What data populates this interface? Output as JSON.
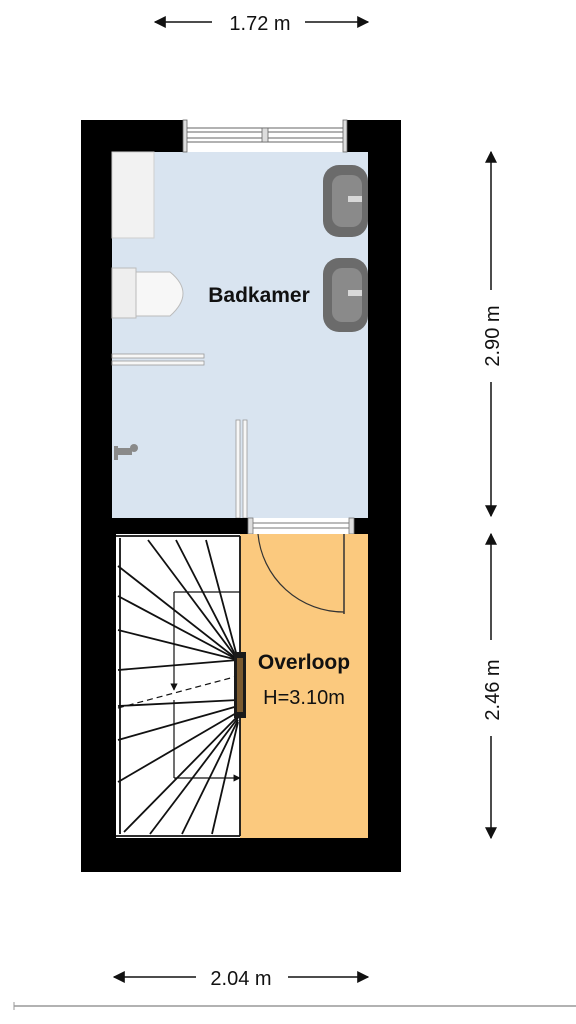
{
  "plan": {
    "dimensions": {
      "top_width": "1.72 m",
      "bottom_width": "2.04 m",
      "right_upper_height": "2.90 m",
      "right_lower_height": "2.46 m"
    },
    "rooms": {
      "bathroom": {
        "label": "Badkamer",
        "fill": "#d9e4f0"
      },
      "landing": {
        "label": "Overloop",
        "height_note": "H=3.10m",
        "fill": "#fbc97e"
      }
    },
    "colors": {
      "wall": "#000000",
      "fixture": "#6b6b6b"
    }
  }
}
